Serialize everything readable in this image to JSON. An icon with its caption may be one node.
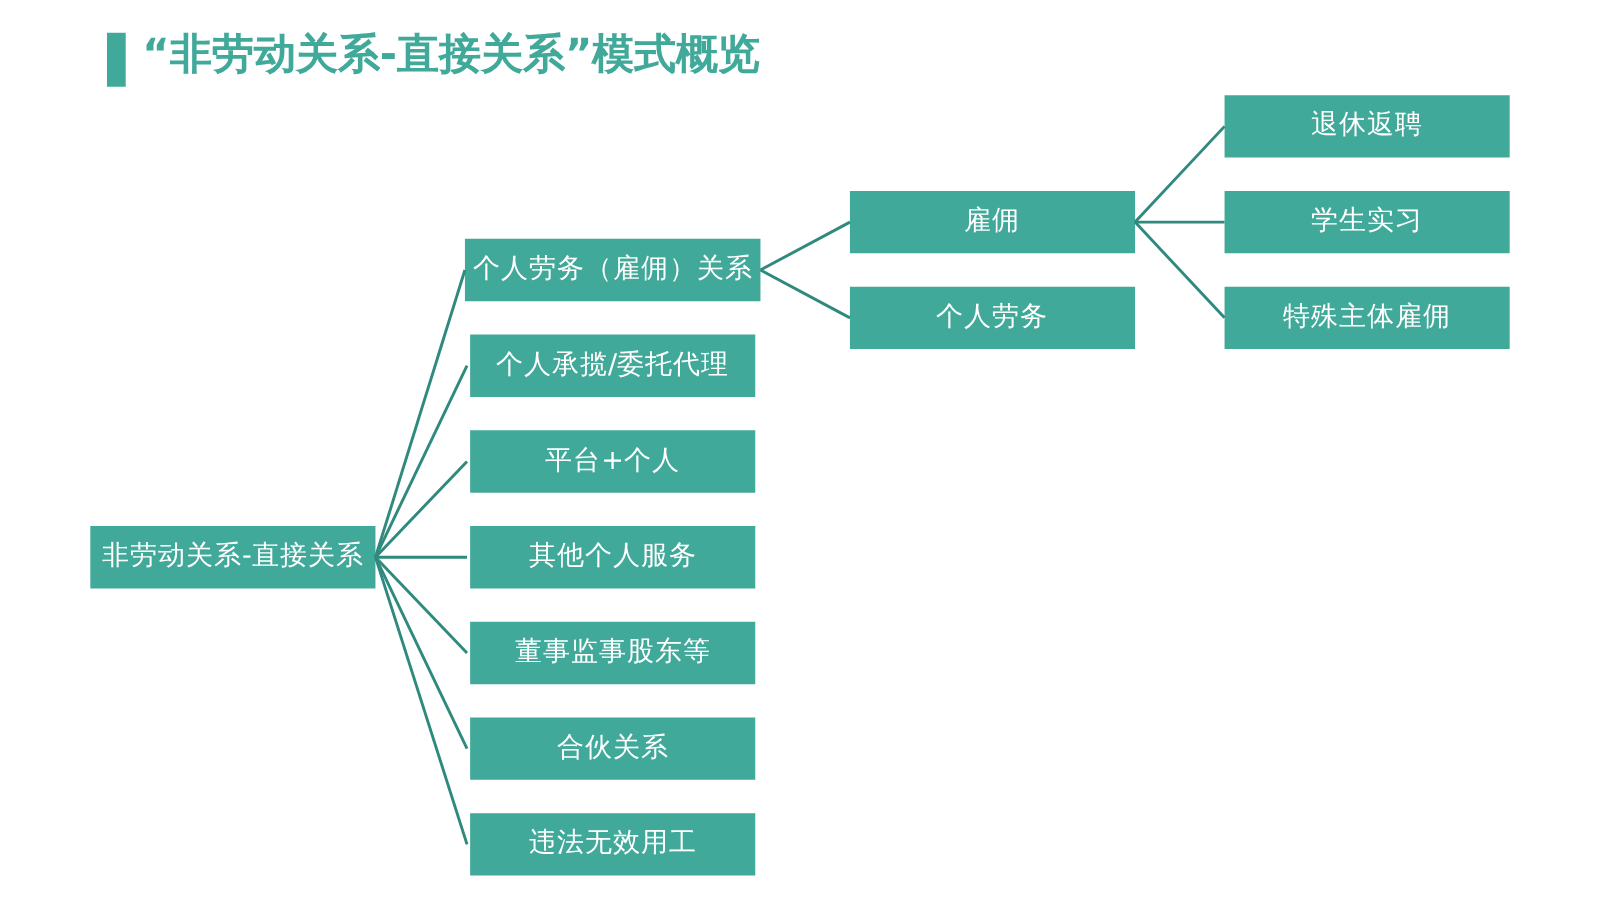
{
  "diagram": {
    "title": "“非劳动关系-直接关系”模式概览",
    "nodes": [
      {
        "text": [
          "非劳动关系-直接关系"
        ]
      },
      {
        "text": [
          "个人劳务（雇佣）关系"
        ]
      },
      {
        "text": [
          "个人承揽/委托代理"
        ]
      },
      {
        "text": [
          "平台+个人"
        ]
      },
      {
        "text": [
          "其他个人服务"
        ]
      },
      {
        "text": [
          "董事监事股东等"
        ]
      },
      {
        "text": [
          "合伙关系"
        ]
      },
      {
        "text": [
          "违法无效用工"
        ]
      },
      {
        "text": [
          "雇佣"
        ]
      },
      {
        "text": [
          "个人劳务"
        ]
      },
      {
        "text": [
          "退休返聘"
        ]
      },
      {
        "text": [
          "学生实习"
        ]
      },
      {
        "text": [
          "特殊主体雇佣"
        ]
      }
    ],
    "edges": [
      {
        "from": 0,
        "to": 1,
        "arrow": "none"
      },
      {
        "from": 0,
        "to": 2,
        "arrow": "none"
      },
      {
        "from": 0,
        "to": 3,
        "arrow": "none"
      },
      {
        "from": 0,
        "to": 4,
        "arrow": "none"
      },
      {
        "from": 0,
        "to": 5,
        "arrow": "none"
      },
      {
        "from": 0,
        "to": 6,
        "arrow": "none"
      },
      {
        "from": 0,
        "to": 7,
        "arrow": "none"
      },
      {
        "from": 1,
        "to": 8,
        "arrow": "none"
      },
      {
        "from": 1,
        "to": 9,
        "arrow": "none"
      },
      {
        "from": 8,
        "to": 10,
        "arrow": "none"
      },
      {
        "from": 8,
        "to": 11,
        "arrow": "none"
      },
      {
        "from": 8,
        "to": 12,
        "arrow": "none"
      }
    ]
  }
}
